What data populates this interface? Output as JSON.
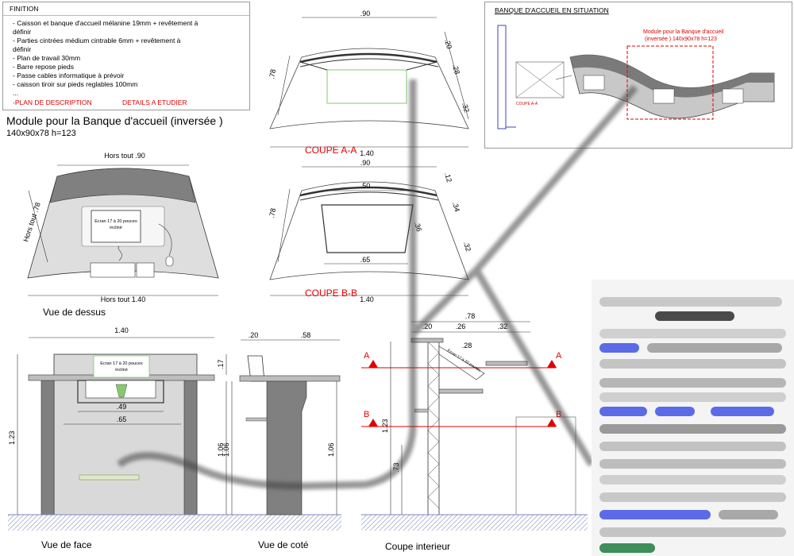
{
  "finition": {
    "heading": "FINITION",
    "lines": [
      "- Caisson et banque d'accueil mélanine 19mm + revêtement à",
      "définir",
      "- Parties cintrées médium cintrable 6mm + revêtement à",
      "définir",
      "- Plan de travail 30mm",
      "- Barre repose pieds",
      "- Passe cables informatique à prévoir",
      "- caisson tiroir sur pieds reglables 100mm",
      "..."
    ],
    "plan_label": "-PLAN DE DESCRIPTION",
    "details_label": "DETAILS A ETUDIER"
  },
  "title": {
    "main": "Module pour la Banque d'accueil (inversée )",
    "sub": "140x90x78 h=123"
  },
  "top_view": {
    "label": "Vue de dessus",
    "hors_tout_width": "Hors tout .90",
    "hors_tout_depth": "Hors tout .78",
    "hors_tout_bottom": "Hors tout 1.40",
    "screen_label_1": "Ecran 17 à 20 pouces",
    "screen_label_2": "incliné"
  },
  "coupe_aa": {
    "label": "COUPE A-A",
    "dim_top": ".90",
    "dim_bottom": "1.40",
    "dim_left": ".78",
    "dims_right": [
      ".20",
      ".28",
      ".32"
    ]
  },
  "coupe_bb": {
    "label": "COUPE B-B",
    "dim_top": ".90",
    "dim_inner_top": ".50",
    "dim_inner_bottom": ".65",
    "dim_bottom": "1.40",
    "dim_left": ".78",
    "dim_inner_right": ".36",
    "dims_right": [
      ".12",
      ".34",
      ".32"
    ]
  },
  "situation": {
    "heading": "BANQUE D'ACCUEIL EN SITUATION",
    "module_label_1": "Module pour la Banque d'accueil",
    "module_label_2": "(inversée ) 140x90x78 h=123",
    "coupe_label": "COUPE A-A"
  },
  "front_view": {
    "label": "Vue de face",
    "dim_width": "1.40",
    "dim_height": "1.23",
    "dim_top": ".17",
    "dim_inner_height": "1.06",
    "dim_inner_1": ".49",
    "dim_inner_2": ".65",
    "screen_label_1": "Ecran 17 à 20 pouces",
    "screen_label_2": "incliné"
  },
  "side_view": {
    "label": "Vue de coté",
    "dim_top_left": ".20",
    "dim_top_right": ".58",
    "dim_left": "1.06",
    "dim_right": "1.06"
  },
  "interior": {
    "label": "Coupe interieur",
    "dim_top": ".78",
    "dims": [
      ".20",
      ".26",
      ".32"
    ],
    "dim_diag": ".28",
    "dim_height": "1.23",
    "dim_low": ".73",
    "screen_label": "Ecran 17 à 20 pouces",
    "marker_a": "A",
    "marker_b": "B"
  },
  "colors": {
    "red": "#e00000",
    "dark_gray": "#808080",
    "light_gray": "#d9d9d9",
    "floor": "#8a96c8"
  }
}
